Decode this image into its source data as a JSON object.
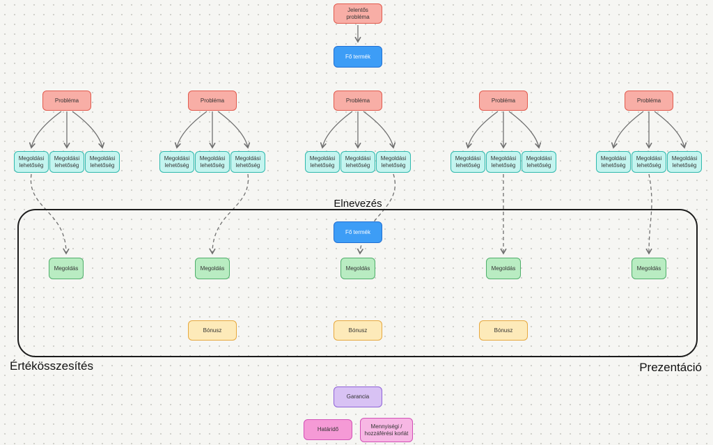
{
  "diagram": {
    "nodes": {
      "jelentos_problema": "Jelentős probléma",
      "fo_termek": "Fő termék",
      "problema": "Probléma",
      "megoldasi_lehetoseg": "Megoldási lehetőség",
      "megoldas": "Megoldás",
      "bonusz": "Bónusz",
      "garancia": "Garancia",
      "hatarido": "Határidő",
      "mennyisegi_korlat": "Mennyiségi / hozzáférési korlát"
    },
    "section_labels": {
      "elnevezes": "Elnevezés",
      "ertekosszesites": "Értékösszesítés",
      "prezentacio": "Prezentáció"
    },
    "colors": {
      "salmon_fill": "#f8aea6",
      "salmon_border": "#e15a4d",
      "blue_fill": "#3d9df6",
      "blue_border": "#1f6fd4",
      "cyan_fill": "#c4f4ef",
      "cyan_border": "#2fb8ad",
      "green_fill": "#b9ecc2",
      "green_border": "#4fae6a",
      "yellow_fill": "#fdeab9",
      "yellow_border": "#e7a83e",
      "purple_fill": "#d8c2f4",
      "purple_border": "#8f62d8",
      "pink_fill": "#f59ad6",
      "pink_light_fill": "#f7b7e4",
      "pink_border": "#d24fb6",
      "arrow": "#6f6f6f",
      "frame": "#1c1c1c",
      "background": "#f6f6f3"
    }
  }
}
